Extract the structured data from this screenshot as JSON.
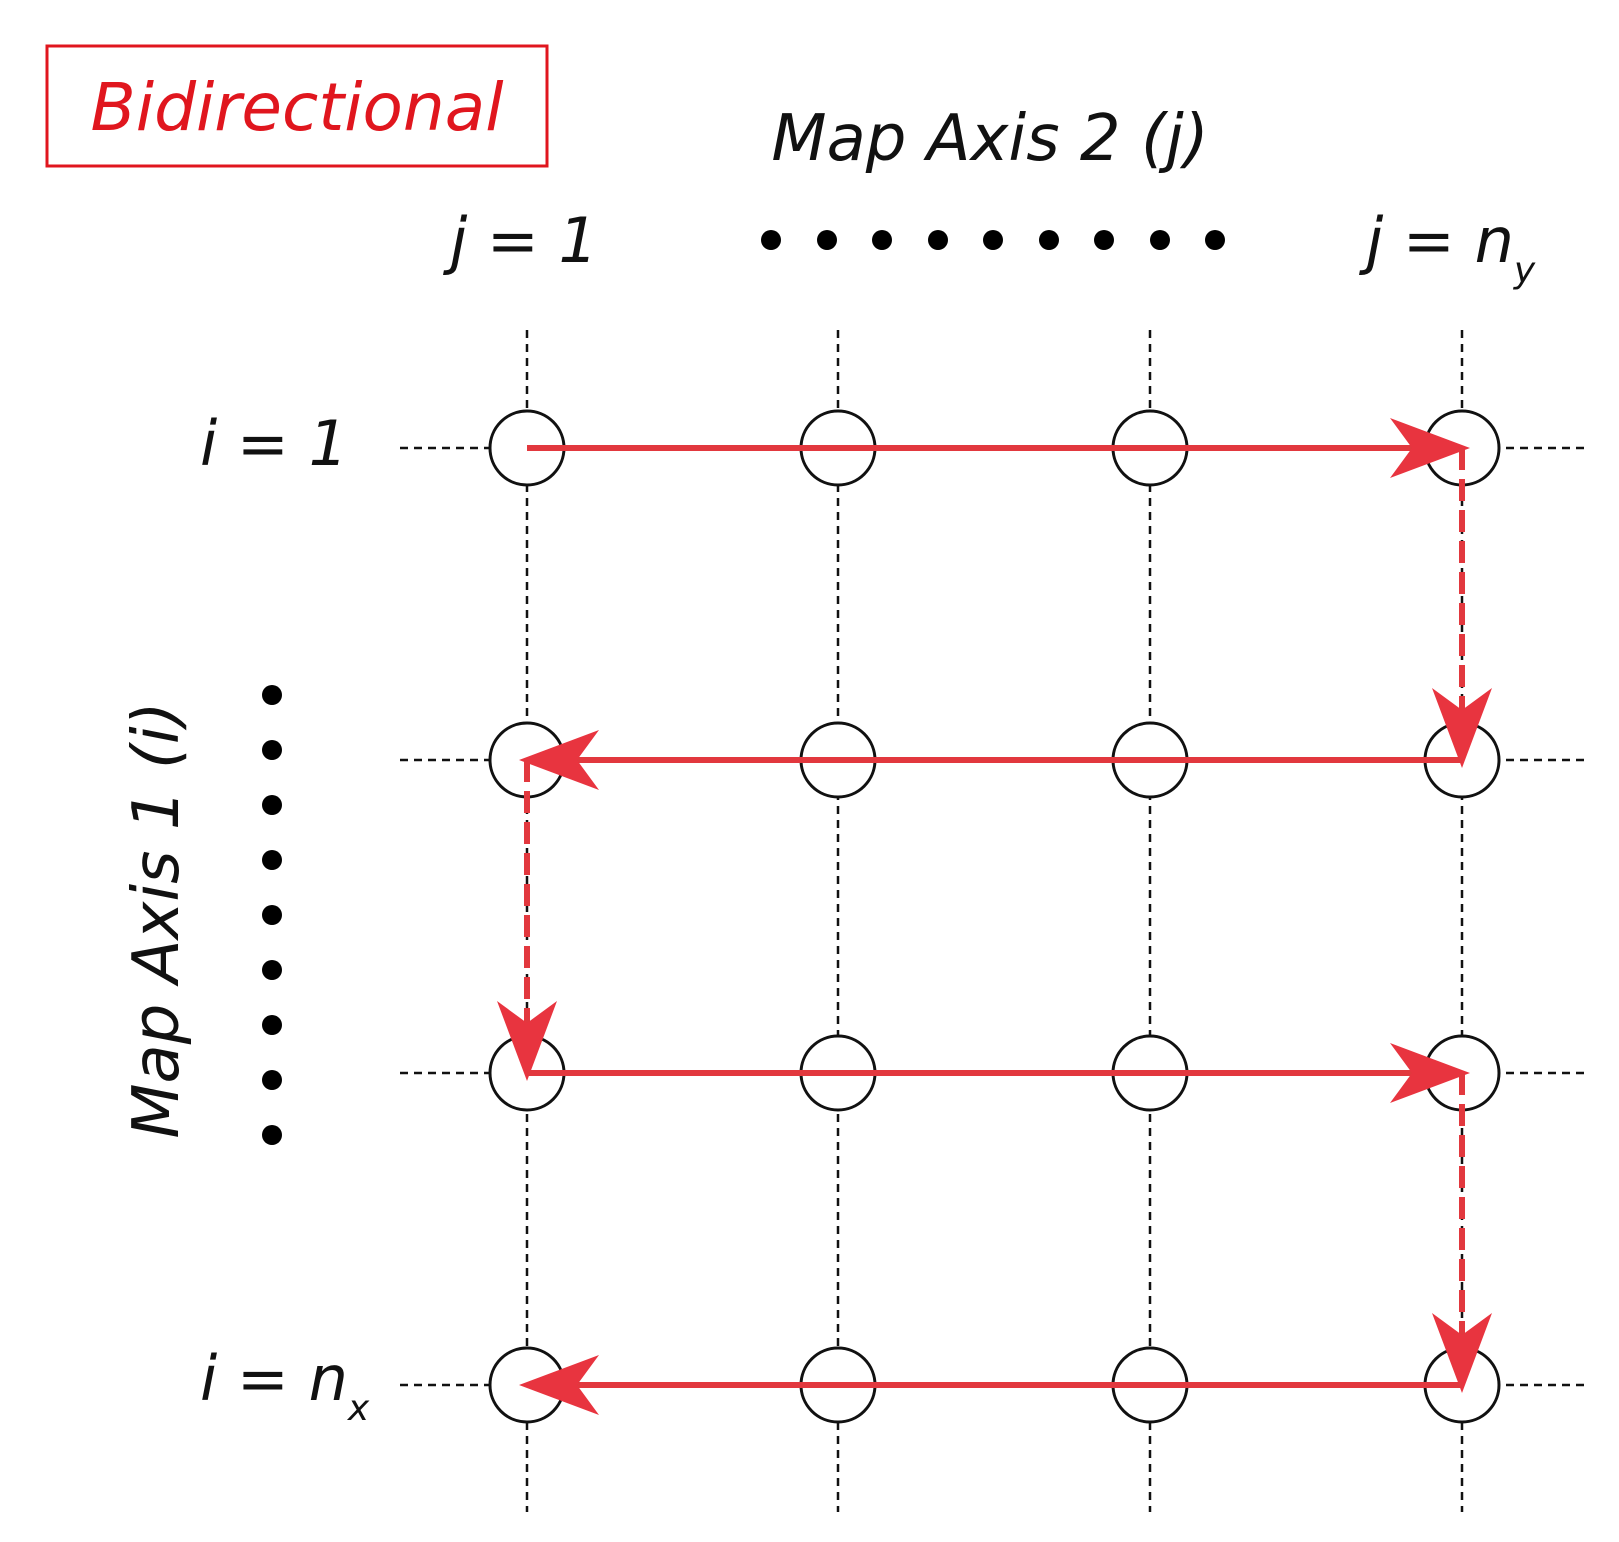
{
  "title": "Bidirectional",
  "axis2_label": "Map Axis 2 (j)",
  "axis1_label": "Map Axis 1 (i)",
  "col_first": {
    "main": "j = 1"
  },
  "col_last": {
    "main": "j = n",
    "sub": "y"
  },
  "row_first": {
    "main": "i = 1"
  },
  "row_last": {
    "main": "i = n",
    "sub": "x"
  },
  "colors": {
    "title": "#e0161e",
    "path": "#e2383e",
    "arrowhead": "#e8343f",
    "grid": "#111111",
    "node_stroke": "#111111"
  },
  "grid": {
    "rows": 4,
    "cols": 4
  },
  "path": {
    "segments": [
      {
        "from": [
          1,
          1
        ],
        "to": [
          1,
          4
        ],
        "style": "solid"
      },
      {
        "from": [
          1,
          4
        ],
        "to": [
          2,
          4
        ],
        "style": "dashed"
      },
      {
        "from": [
          2,
          4
        ],
        "to": [
          2,
          1
        ],
        "style": "solid"
      },
      {
        "from": [
          2,
          1
        ],
        "to": [
          3,
          1
        ],
        "style": "dashed"
      },
      {
        "from": [
          3,
          1
        ],
        "to": [
          3,
          4
        ],
        "style": "solid"
      },
      {
        "from": [
          3,
          4
        ],
        "to": [
          4,
          4
        ],
        "style": "dashed"
      },
      {
        "from": [
          4,
          4
        ],
        "to": [
          4,
          1
        ],
        "style": "solid"
      }
    ]
  }
}
